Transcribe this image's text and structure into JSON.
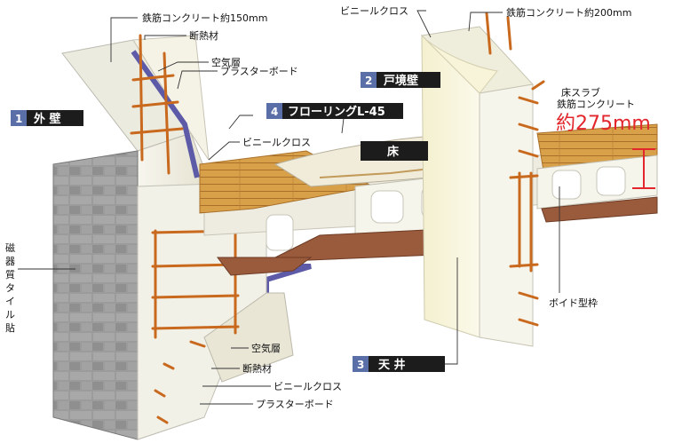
{
  "labels": {
    "rc150": "鉄筋コンクリート約150mm",
    "vinyl_top": "ビニールクロス",
    "rc200": "鉄筋コンクリート約200mm",
    "insulation_top": "断熱材",
    "air_top": "空気層",
    "plaster_top": "プラスターボード",
    "vinyl_mid": "ビニールクロス",
    "slab_line1": "床スラブ",
    "slab_line2": "鉄筋コンクリート",
    "slab_thickness": "約275mm",
    "tile_chars": [
      "磁",
      "器",
      "質",
      "タ",
      "イ",
      "ル",
      "貼"
    ],
    "void_form": "ボイド型枠",
    "air_bottom": "空気層",
    "insulation_bottom": "断熱材",
    "vinyl_bottom": "ビニールクロス",
    "plaster_bottom": "プラスターボード"
  },
  "badges": [
    {
      "num": "1",
      "text": "外 壁"
    },
    {
      "num": "2",
      "text": "戸境壁"
    },
    {
      "num": "4",
      "text": "フローリングL-45"
    },
    {
      "num": "3",
      "text": "天 井"
    }
  ],
  "floor_label": "床",
  "colors": {
    "concrete": "#f3f2ea",
    "wood": "#d89a3a",
    "insulation": "#5d5aa8",
    "tile": "#9c9c9c",
    "ceiling": "#9a5a3c",
    "rebar": "#c8691e",
    "badge_num": "#5a6fa8",
    "badge_bg": "#1c1c1c",
    "accent_red": "#e3262c"
  }
}
